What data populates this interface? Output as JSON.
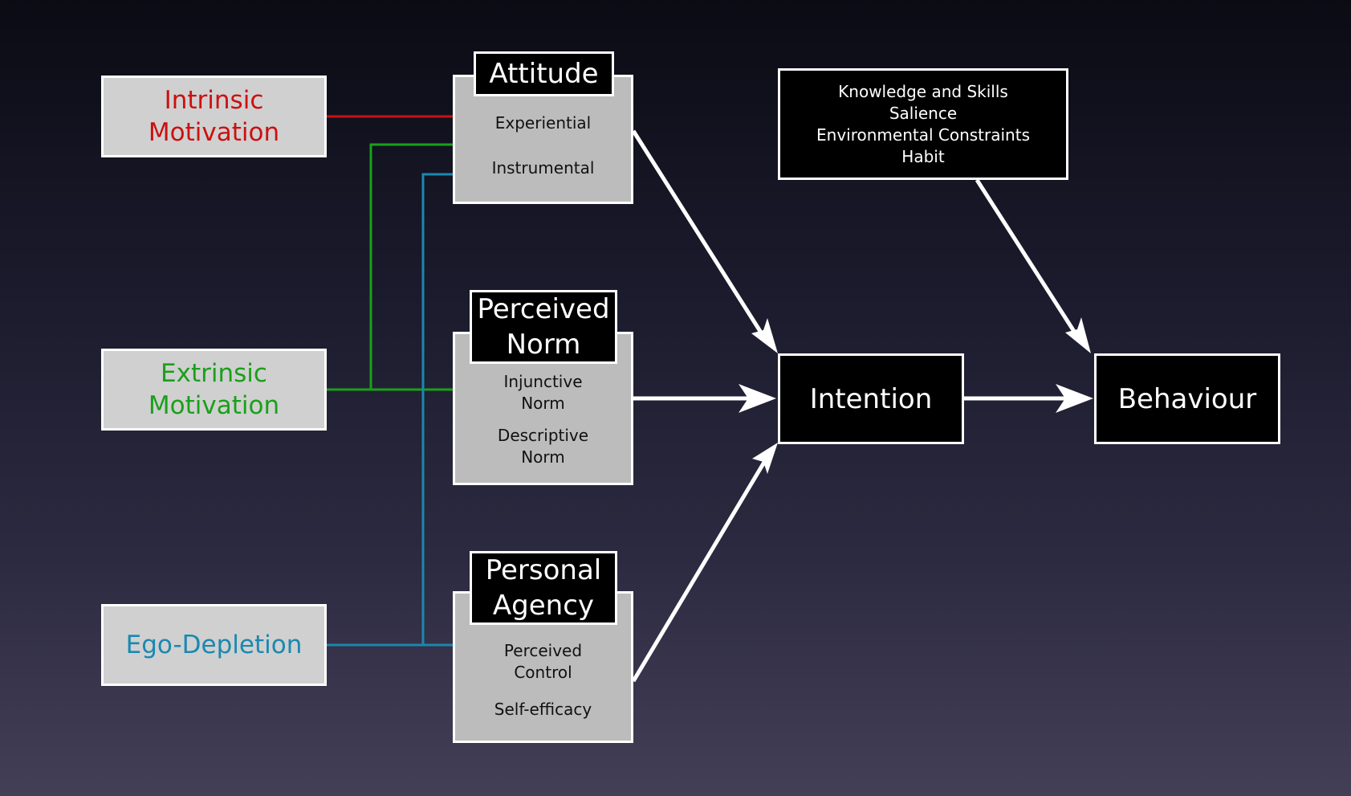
{
  "colors": {
    "intrinsic": "#cc1010",
    "extrinsic": "#1aa01a",
    "ego": "#1a88b0",
    "arrow": "#ffffff"
  },
  "sources": {
    "intrinsic": "Intrinsic\nMotivation",
    "extrinsic": "Extrinsic\nMotivation",
    "ego": "Ego-Depletion"
  },
  "constructs": {
    "attitude": {
      "title": "Attitude",
      "items": [
        "Experiential",
        "Instrumental"
      ]
    },
    "norm": {
      "title": "Perceived\nNorm",
      "items": [
        "Injunctive\nNorm",
        "Descriptive\nNorm"
      ]
    },
    "agency": {
      "title": "Personal\nAgency",
      "items": [
        "Perceived\nControl",
        "Self-efficacy"
      ]
    }
  },
  "factors": [
    "Knowledge and Skills",
    "Salience",
    "Environmental Constraints",
    "Habit"
  ],
  "intention": "Intention",
  "behaviour": "Behaviour"
}
